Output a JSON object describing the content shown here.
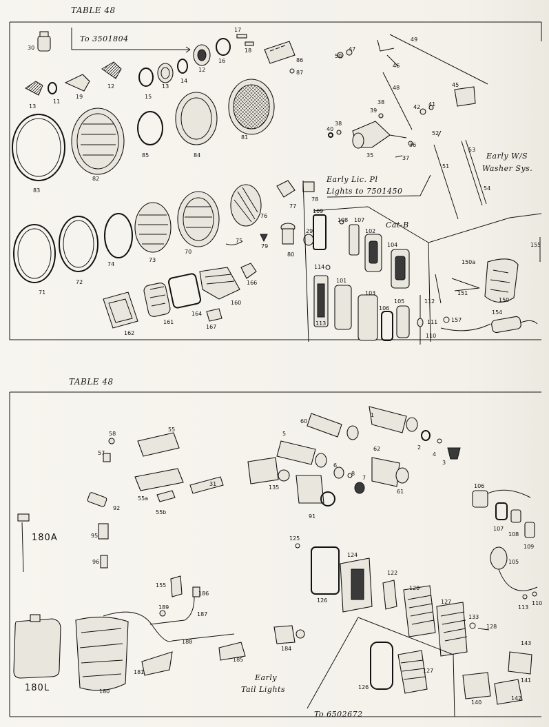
{
  "tables": [
    {
      "title": "TABLE 48"
    },
    {
      "title": "TABLE 48"
    }
  ],
  "notes": {
    "to_3501804": "To 3501804",
    "early_lic": "Early Lic. Pl",
    "lights_to": "Lights to 7501450",
    "cat_b": "Cat-B",
    "early_ws": "Early W/S",
    "washer_sys": "Washer Sys.",
    "early_tail": "Early",
    "tail_lights": "Tail Lights",
    "to_6502672": "To 6502672"
  },
  "callouts_top": [
    "30",
    "17",
    "16",
    "18",
    "86",
    "87",
    "12",
    "13",
    "11",
    "19",
    "12",
    "15",
    "13",
    "14",
    "81",
    "83",
    "82",
    "85",
    "84",
    "49",
    "50",
    "47",
    "46",
    "48",
    "45",
    "42",
    "41",
    "39",
    "38",
    "40",
    "38",
    "35",
    "36",
    "37",
    "52",
    "51",
    "53",
    "54",
    "77",
    "78",
    "76",
    "79",
    "80",
    "29",
    "75",
    "70",
    "73",
    "74",
    "72",
    "71",
    "166",
    "160",
    "164",
    "167",
    "161",
    "162",
    "109",
    "108",
    "107",
    "102",
    "104",
    "114",
    "101",
    "103",
    "105",
    "106",
    "112",
    "111",
    "110",
    "113",
    "155",
    "150a",
    "151",
    "150",
    "154",
    "157"
  ],
  "callouts_bottom": [
    "58",
    "55",
    "57",
    "31",
    "55a",
    "55b",
    "92",
    "95",
    "96",
    "180A",
    "60",
    "5",
    "1",
    "62",
    "2",
    "4",
    "3",
    "6",
    "8",
    "7",
    "61",
    "135",
    "91",
    "106",
    "107",
    "108",
    "109",
    "105",
    "113",
    "110",
    "125",
    "124",
    "126",
    "122",
    "120",
    "127",
    "133",
    "128",
    "143",
    "141",
    "142",
    "140",
    "127",
    "126",
    "155",
    "186",
    "189",
    "187",
    "188",
    "184",
    "185",
    "180",
    "181",
    "180L"
  ]
}
